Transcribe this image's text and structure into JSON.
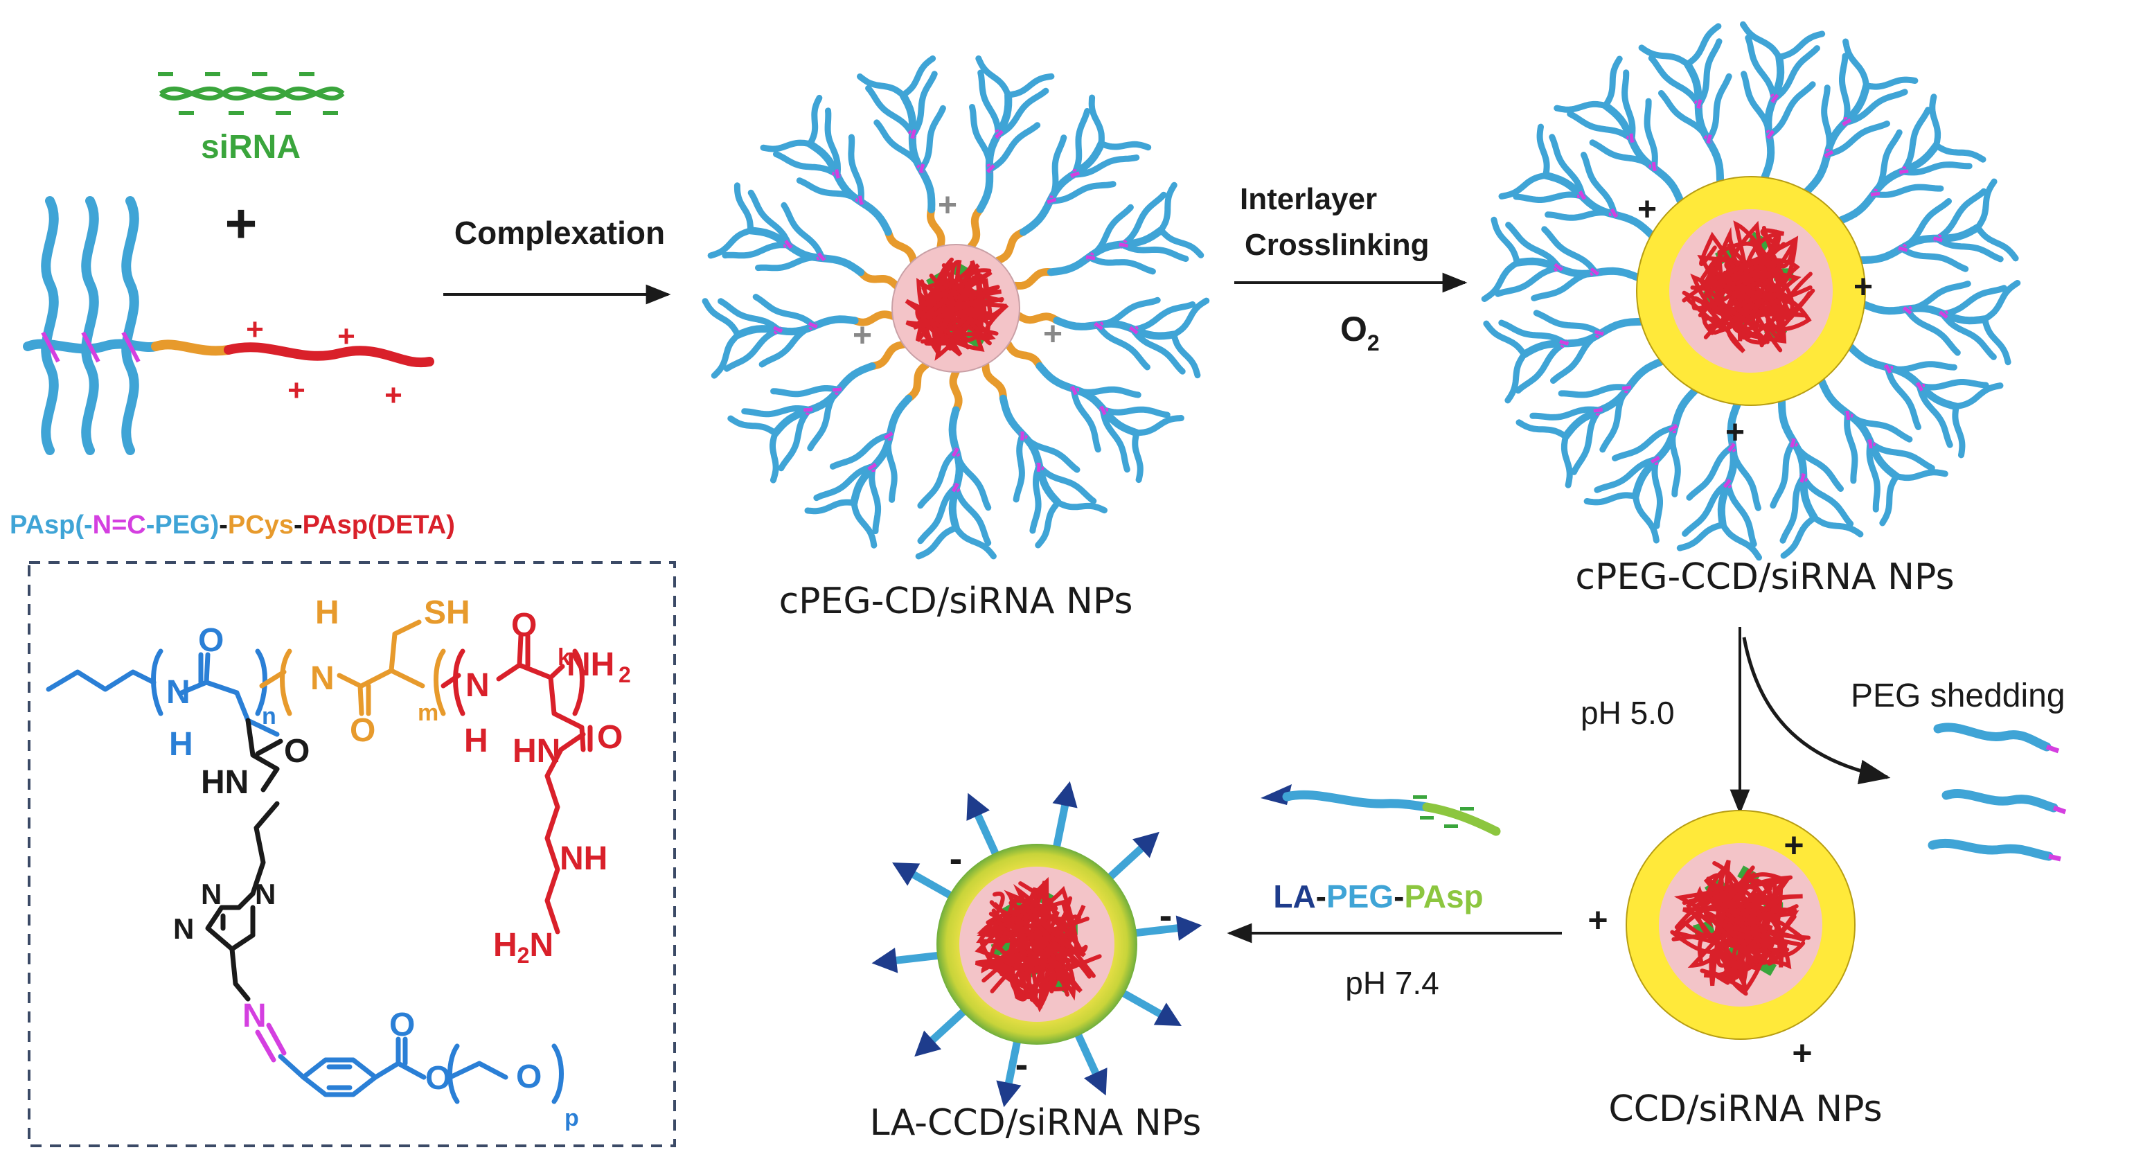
{
  "colors": {
    "peg": "#3fa4d6",
    "imine": "#d43fe0",
    "pcys": "#e79a2c",
    "pasp": "#d9202a",
    "sirna": "#3aa53c",
    "shell": "#ffe93a",
    "core": "#f3c4c8",
    "la": "#1e3c8c",
    "pasp_la": "#8cc63f",
    "text": "#1a1a1a",
    "box": "#3b4a66"
  },
  "labels": {
    "sirna": "siRNA",
    "plus": "+",
    "complexation": "Complexation",
    "interlayer": "Interlayer",
    "crosslinking": "Crosslinking",
    "o2": "O",
    "o2_sub": "2",
    "cpeg_cd": "cPEG-CD/siRNA NPs",
    "cpeg_ccd": "cPEG-CCD/siRNA NPs",
    "ph50": "pH 5.0",
    "peg_shedding": "PEG shedding",
    "ccd": "CCD/siRNA NPs",
    "ph74": "pH 7.4",
    "la_ccd": "LA-CCD/siRNA NPs"
  },
  "polymer_label": {
    "p1": "PAsp(-",
    "p2": "N=C",
    "p3": "-PEG)",
    "p4": "-",
    "p5": "PCys",
    "p6": "-",
    "p7": "PAsp(DETA)"
  },
  "la_label": {
    "p1": "LA",
    "p2": "-",
    "p3": "PEG",
    "p4": "-",
    "p5": "PAsp"
  },
  "structure": {
    "O": "O",
    "N": "N",
    "H": "H",
    "SH": "SH",
    "NH": "NH",
    "HN": "HN",
    "NH2": "NH",
    "H2N": "H",
    "H2N_n": "N",
    "sub2": "2",
    "n": "n",
    "m": "m",
    "k": "k",
    "p": "p"
  }
}
